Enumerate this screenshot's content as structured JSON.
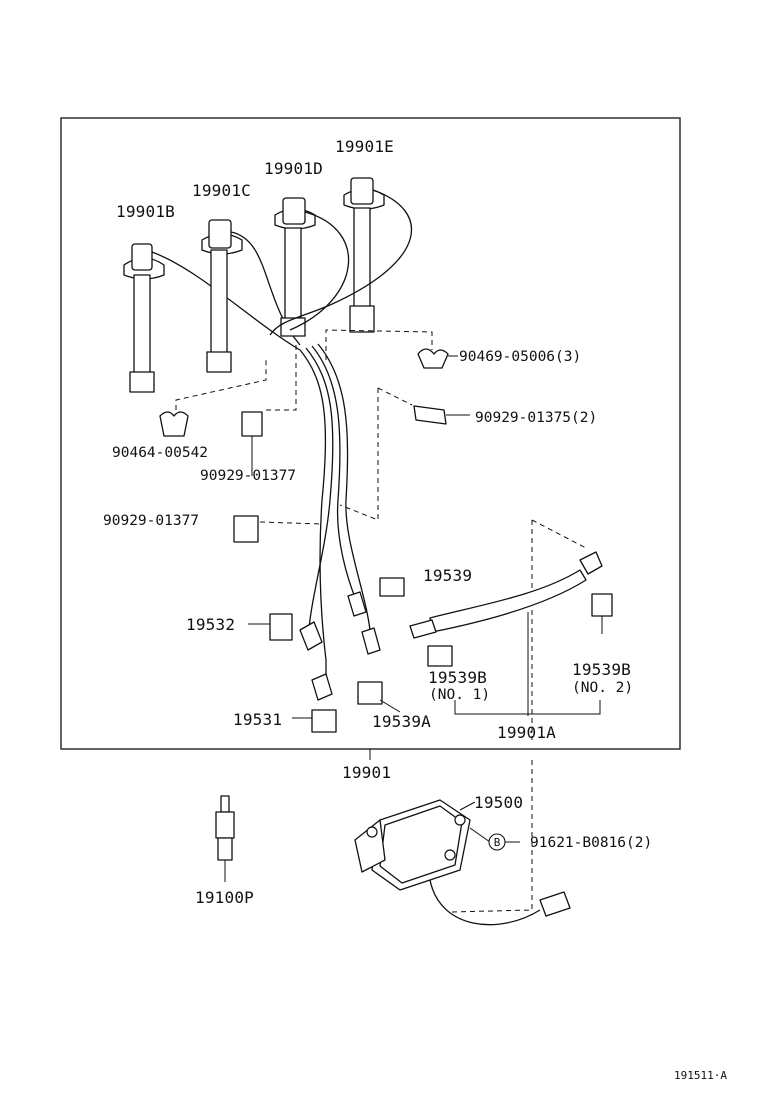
{
  "diagram": {
    "ref_code": "191511·A",
    "circle_marker": "B",
    "labels": {
      "p19901E": "19901E",
      "p19901D": "19901D",
      "p19901C": "19901C",
      "p19901B": "19901B",
      "p90469": "90469-05006(3)",
      "p90929_01375": "90929-01375(2)",
      "p90464": "90464-00542",
      "p90929_01377a": "90929-01377",
      "p90929_01377b": "90929-01377",
      "p19539": "19539",
      "p19532": "19532",
      "p19539B_1": "19539B",
      "no1": "(NO. 1)",
      "p19539B_2": "19539B",
      "no2": "(NO. 2)",
      "p19531": "19531",
      "p19539A": "19539A",
      "p19901A": "19901A",
      "p19901": "19901",
      "p19500": "19500",
      "p91621": "91621-B0816(2)",
      "p19100P": "19100P"
    }
  }
}
